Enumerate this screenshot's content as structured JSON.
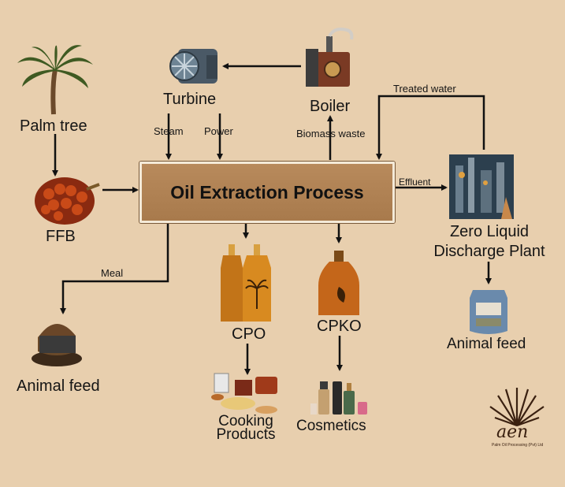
{
  "nodes": {
    "palm_tree": "Palm tree",
    "ffb": "FFB",
    "turbine": "Turbine",
    "boiler": "Boiler",
    "process": "Oil Extraction Process",
    "zld_line1": "Zero Liquid",
    "zld_line2": "Discharge Plant",
    "animal_feed_left": "Animal feed",
    "animal_feed_right": "Animal feed",
    "cpo": "CPO",
    "cpko": "CPKO",
    "cooking_line1": "Cooking",
    "cooking_line2": "Products",
    "cosmetics": "Cosmetics"
  },
  "edges": {
    "steam": "Steam",
    "power": "Power",
    "biomass_waste": "Biomass waste",
    "treated_water": "Treated water",
    "effluent": "Effluent",
    "meal": "Meal"
  },
  "logo": {
    "text": "aen",
    "tagline": "Palm Oil Processing (Pvt) Ltd"
  },
  "colors": {
    "background": "#e8cfae",
    "process_box": "#b08254",
    "arrow": "#111111"
  }
}
